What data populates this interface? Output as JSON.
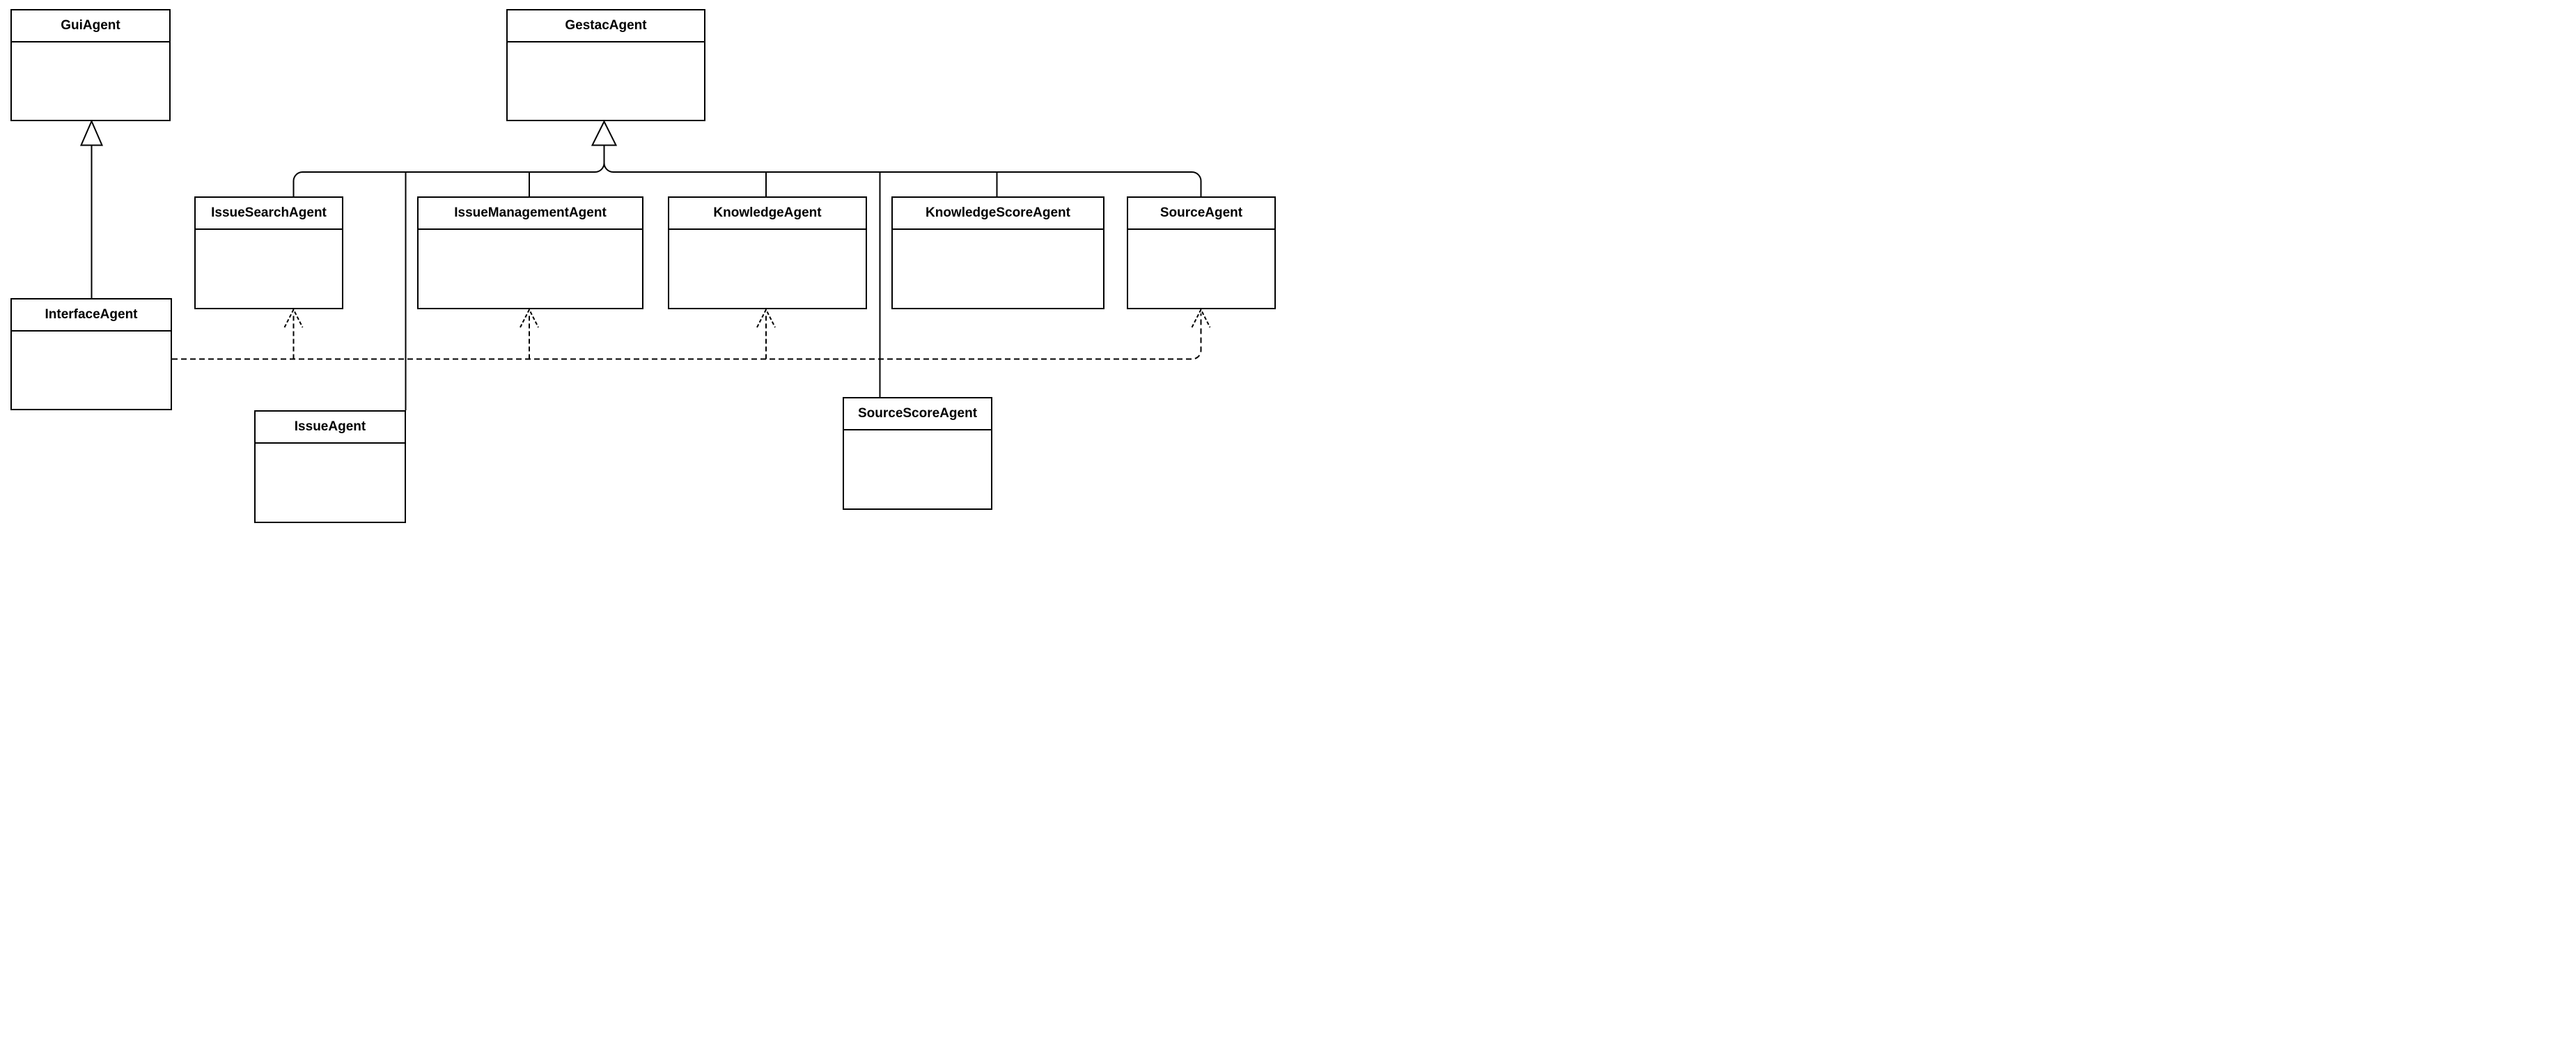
{
  "diagram": {
    "type": "UML class diagram",
    "background_color": "#ffffff",
    "stroke_color": "#000000",
    "classes": [
      {
        "name": "GuiAgent"
      },
      {
        "name": "GestacAgent"
      },
      {
        "name": "IssueSearchAgent"
      },
      {
        "name": "IssueManagementAgent"
      },
      {
        "name": "KnowledgeAgent"
      },
      {
        "name": "KnowledgeScoreAgent"
      },
      {
        "name": "SourceAgent"
      },
      {
        "name": "InterfaceAgent"
      },
      {
        "name": "IssueAgent"
      },
      {
        "name": "SourceScoreAgent"
      }
    ],
    "relationships": [
      {
        "type": "generalization",
        "from": "InterfaceAgent",
        "to": "GuiAgent",
        "line": "solid",
        "arrowhead": "hollow-triangle"
      },
      {
        "type": "generalization",
        "from": "IssueSearchAgent",
        "to": "GestacAgent",
        "line": "solid",
        "arrowhead": "hollow-triangle"
      },
      {
        "type": "generalization",
        "from": "IssueAgent",
        "to": "GestacAgent",
        "line": "solid",
        "arrowhead": "hollow-triangle"
      },
      {
        "type": "generalization",
        "from": "IssueManagementAgent",
        "to": "GestacAgent",
        "line": "solid",
        "arrowhead": "hollow-triangle"
      },
      {
        "type": "generalization",
        "from": "KnowledgeAgent",
        "to": "GestacAgent",
        "line": "solid",
        "arrowhead": "hollow-triangle"
      },
      {
        "type": "generalization",
        "from": "SourceScoreAgent",
        "to": "GestacAgent",
        "line": "solid",
        "arrowhead": "hollow-triangle"
      },
      {
        "type": "generalization",
        "from": "KnowledgeScoreAgent",
        "to": "GestacAgent",
        "line": "solid",
        "arrowhead": "hollow-triangle"
      },
      {
        "type": "generalization",
        "from": "SourceAgent",
        "to": "GestacAgent",
        "line": "solid",
        "arrowhead": "hollow-triangle"
      },
      {
        "type": "dependency",
        "from": "InterfaceAgent",
        "to": "IssueSearchAgent",
        "line": "dashed",
        "arrowhead": "open"
      },
      {
        "type": "dependency",
        "from": "InterfaceAgent",
        "to": "IssueManagementAgent",
        "line": "dashed",
        "arrowhead": "open"
      },
      {
        "type": "dependency",
        "from": "InterfaceAgent",
        "to": "KnowledgeAgent",
        "line": "dashed",
        "arrowhead": "open"
      },
      {
        "type": "dependency",
        "from": "InterfaceAgent",
        "to": "SourceAgent",
        "line": "dashed",
        "arrowhead": "open"
      }
    ]
  }
}
